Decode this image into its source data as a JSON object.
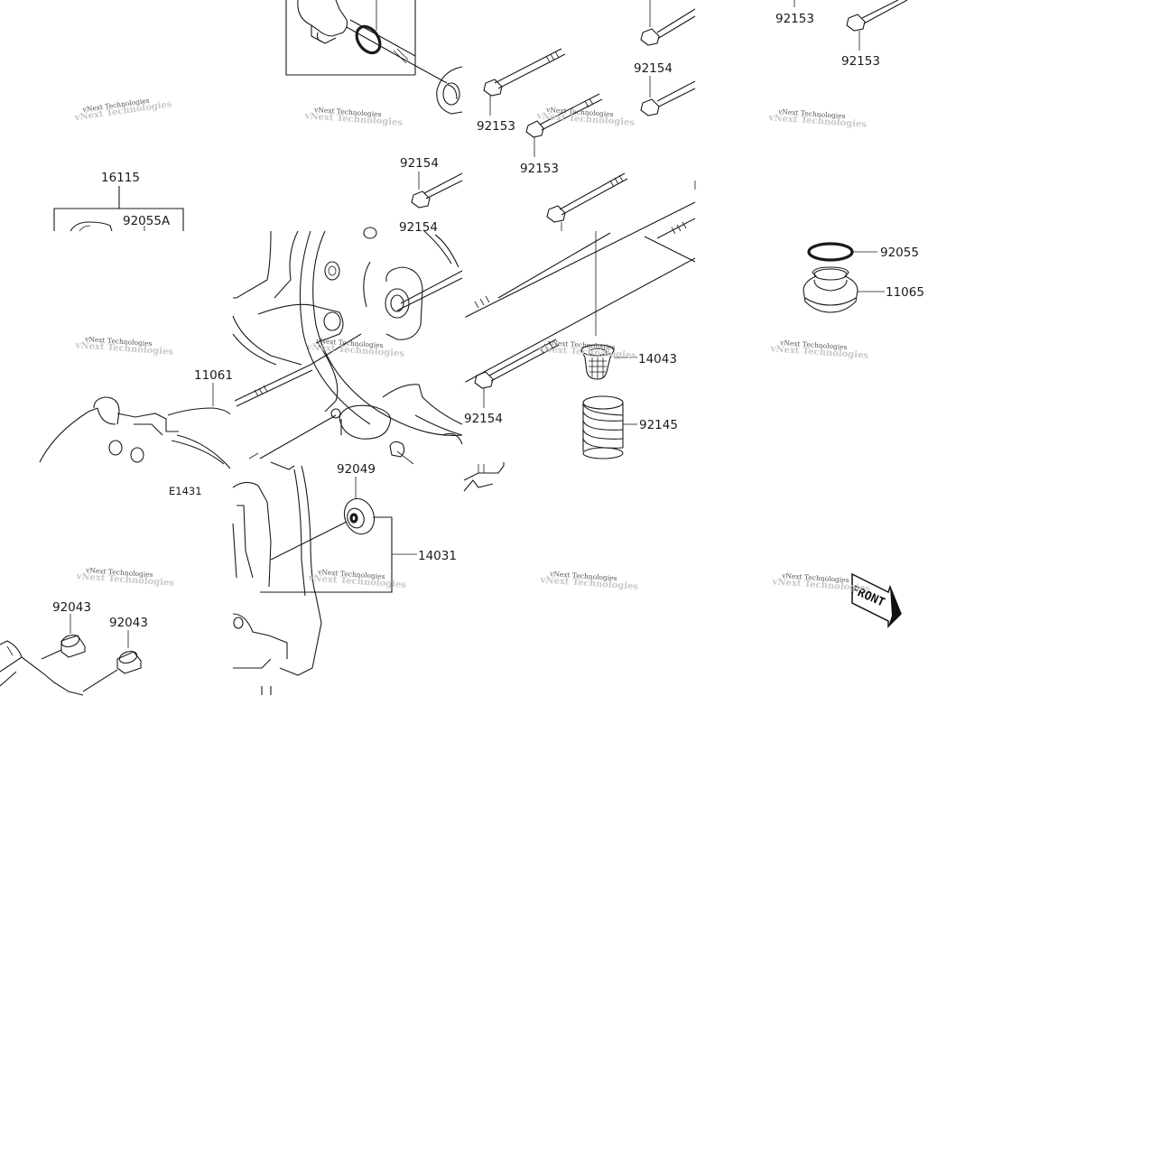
{
  "watermark": "vNext Technologies",
  "front_label": "FRONT",
  "code_label": "E1431",
  "labels": {
    "p92153_a": "92153",
    "p92153_b": "92153",
    "p92153_c": "92153",
    "p92153_d": "92153",
    "p92154_a": "92154",
    "p92154_b": "92154",
    "p92154_c": "92154",
    "p92154_d": "92154",
    "p16115": "16115",
    "p92055A": "92055A",
    "p92055": "92055",
    "p11065": "11065",
    "p14043": "14043",
    "p92145": "92145",
    "p11061": "11061",
    "p92049": "92049",
    "p14031": "14031",
    "p92043_a": "92043",
    "p92043_b": "92043"
  }
}
